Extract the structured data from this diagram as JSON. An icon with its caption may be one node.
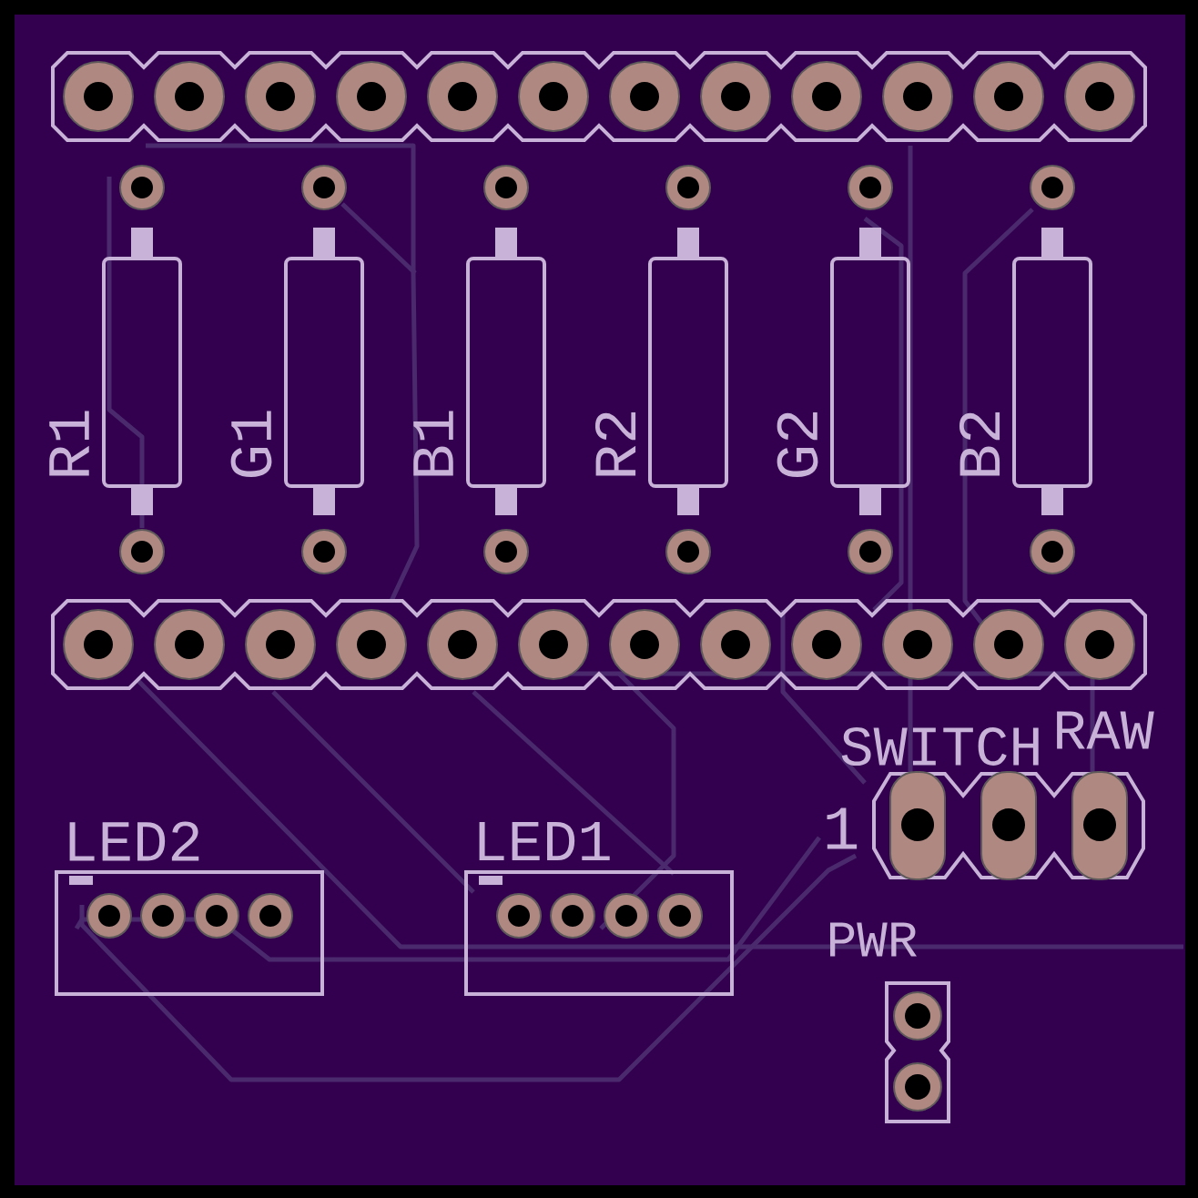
{
  "diagram": {
    "labels": [
      "R1",
      "G1",
      "B1",
      "R2",
      "G2",
      "B2",
      "SWITCH",
      "RAW",
      "LED2",
      "LED1",
      "1",
      "PWR"
    ]
  }
}
